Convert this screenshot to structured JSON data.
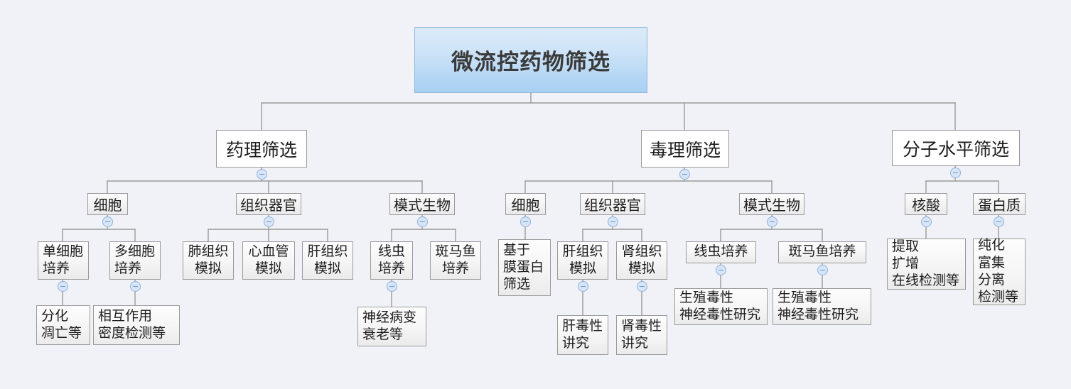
{
  "diagram": {
    "title": "微流控药物筛选",
    "background_color": "#f1f2f7",
    "root_fill_top": "#dbeaf9",
    "root_fill_bottom": "#a8cff2",
    "node_border_color": "#9b9b9b",
    "connector_color": "#9a9a9a",
    "toggle_fill": "#d7e5f8",
    "toggle_border": "#8fb0d8",
    "toggle_icon": "minus-icon"
  },
  "root": {
    "label": "微流控药物筛选"
  },
  "branches": [
    {
      "key": "pharmacology",
      "label": "药理筛选",
      "children": [
        {
          "key": "ph-cell",
          "label": "细胞",
          "children": [
            {
              "key": "ph-cell-single",
              "label": "单细胞\n培养",
              "children": [
                {
                  "key": "ph-cell-single-leaf",
                  "label": "分化\n凋亡等"
                }
              ]
            },
            {
              "key": "ph-cell-multi",
              "label": "多细胞\n培养",
              "children": [
                {
                  "key": "ph-cell-multi-leaf",
                  "label": "相互作用\n密度检测等"
                }
              ]
            }
          ]
        },
        {
          "key": "ph-tissue",
          "label": "组织器官",
          "children": [
            {
              "key": "ph-tissue-lung",
              "label": "肺组织\n模拟"
            },
            {
              "key": "ph-tissue-cardio",
              "label": "心血管\n模拟"
            },
            {
              "key": "ph-tissue-liver",
              "label": "肝组织\n模拟"
            }
          ]
        },
        {
          "key": "ph-model",
          "label": "模式生物",
          "children": [
            {
              "key": "ph-model-worm",
              "label": "线虫\n培养",
              "children": [
                {
                  "key": "ph-model-worm-leaf",
                  "label": "神经病变\n衰老等"
                }
              ]
            },
            {
              "key": "ph-model-fish",
              "label": "斑马鱼\n培养"
            }
          ]
        }
      ]
    },
    {
      "key": "toxicology",
      "label": "毒理筛选",
      "children": [
        {
          "key": "tx-cell",
          "label": "细胞",
          "children": [
            {
              "key": "tx-cell-leaf",
              "label": "基于\n膜蛋白\n筛选"
            }
          ]
        },
        {
          "key": "tx-tissue",
          "label": "组织器官",
          "children": [
            {
              "key": "tx-tissue-liver",
              "label": "肝组织\n模拟",
              "children": [
                {
                  "key": "tx-tissue-liver-leaf",
                  "label": "肝毒性\n讲究"
                }
              ]
            },
            {
              "key": "tx-tissue-kidney",
              "label": "肾组织\n模拟",
              "children": [
                {
                  "key": "tx-tissue-kidney-leaf",
                  "label": "肾毒性\n讲究"
                }
              ]
            }
          ]
        },
        {
          "key": "tx-model",
          "label": "模式生物",
          "children": [
            {
              "key": "tx-model-worm",
              "label": "线虫培养",
              "children": [
                {
                  "key": "tx-model-worm-leaf",
                  "label": "生殖毒性\n神经毒性研究"
                }
              ]
            },
            {
              "key": "tx-model-fish",
              "label": "斑马鱼培养",
              "children": [
                {
                  "key": "tx-model-fish-leaf",
                  "label": "生殖毒性\n神经毒性研究"
                }
              ]
            }
          ]
        }
      ]
    },
    {
      "key": "molecular",
      "label": "分子水平筛选",
      "children": [
        {
          "key": "mo-na",
          "label": "核酸",
          "children": [
            {
              "key": "mo-na-leaf",
              "label": "提取\n扩增\n在线检测等"
            }
          ]
        },
        {
          "key": "mo-protein",
          "label": "蛋白质",
          "children": [
            {
              "key": "mo-protein-leaf",
              "label": "纯化\n富集\n分离\n检测等"
            }
          ]
        }
      ]
    }
  ]
}
